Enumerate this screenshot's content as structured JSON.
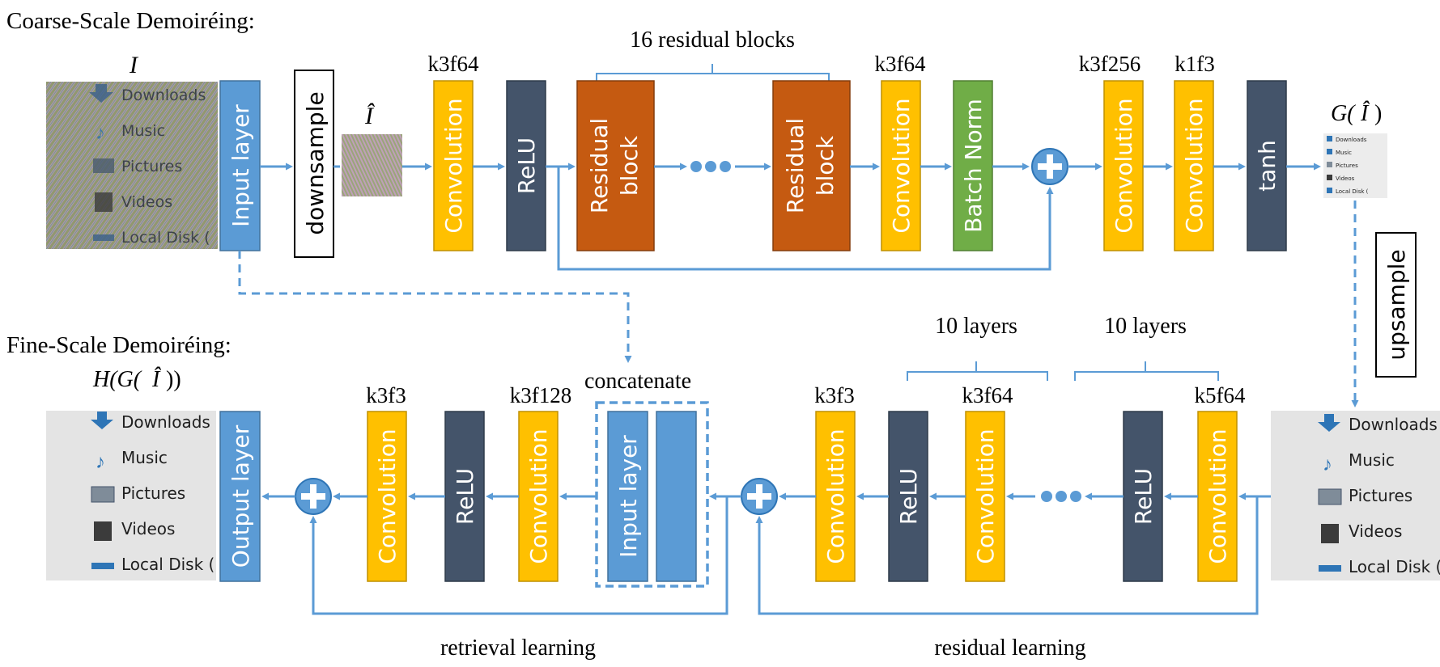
{
  "sections": {
    "coarse": "Coarse-Scale Demoiréing:",
    "fine": "Fine-Scale Demoiréing:"
  },
  "math": {
    "I": "I",
    "I_hat": "Î",
    "G_open": "G(",
    "H_open": "H(G(",
    "close1": ")",
    "close2": "))"
  },
  "images": {
    "folder_items": [
      "Downloads",
      "Music",
      "Pictures",
      "Videos",
      "Local Disk ("
    ]
  },
  "coarse": {
    "input": "Input layer",
    "downsample": "downsample",
    "conv1": {
      "label": "Convolution",
      "param": "k3f64"
    },
    "relu": "ReLU",
    "res_brace": "16 residual blocks",
    "res1": [
      "Residual",
      "block"
    ],
    "res2": [
      "Residual",
      "block"
    ],
    "conv2": {
      "label": "Convolution",
      "param": "k3f64"
    },
    "bn": "Batch Norm",
    "conv3": {
      "label": "Convolution",
      "param": "k3f256"
    },
    "conv4": {
      "label": "Convolution",
      "param": "k1f3"
    },
    "tanh": "tanh"
  },
  "upsample": "upsample",
  "fine": {
    "brace_left": "10 layers",
    "brace_right": "10 layers",
    "conv_k5": {
      "label": "Convolution",
      "param": "k5f64"
    },
    "relu_a": "ReLU",
    "conv_k3f64": {
      "label": "Convolution",
      "param": "k3f64"
    },
    "relu_b": "ReLU",
    "conv_k3f3": {
      "label": "Convolution",
      "param": "k3f3"
    },
    "concat": "concatenate",
    "concat_input": "Input layer",
    "conv_k3f128": {
      "label": "Convolution",
      "param": "k3f128"
    },
    "relu_c": "ReLU",
    "conv_out": {
      "label": "Convolution",
      "param": "k3f3"
    },
    "output": "Output layer",
    "residual_learning": "residual learning",
    "retrieval_learning": "retrieval learning"
  },
  "colors": {
    "blue": "#5b9bd5",
    "arrow": "#5b9bd5",
    "yellow": "#ffc000",
    "dark": "#44546a",
    "orange": "#c55a11",
    "green": "#70ad47"
  }
}
